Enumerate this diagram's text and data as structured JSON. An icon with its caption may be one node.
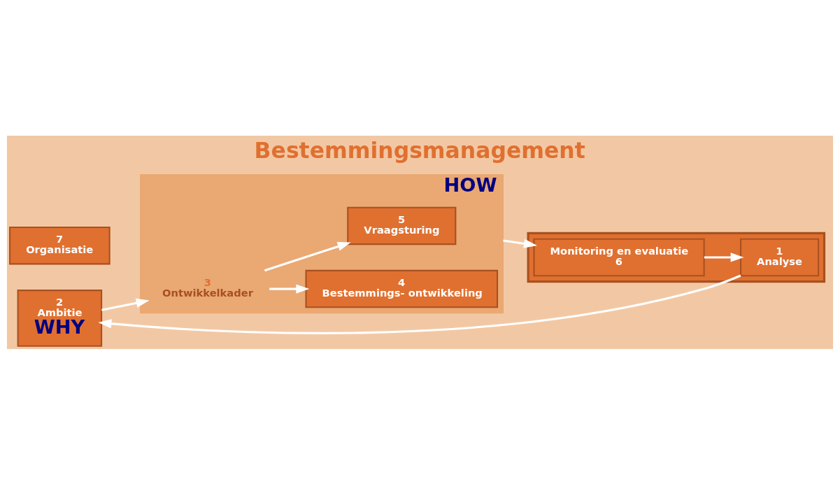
{
  "diagram": {
    "title": "Bestemmingsmanagement",
    "nodes": [
      {
        "text": [],
        "shape": "bar"
      },
      {
        "text": [
          "1",
          "Analyse"
        ],
        "in": 0
      },
      {
        "text": [
          "Monitoring en evaluatie",
          "6"
        ],
        "in": 0
      },
      {
        "text": [
          "2",
          "Ambitie",
          "WHY"
        ]
      },
      {
        "text": [
          "HOW"
        ]
      },
      {
        "text": [
          "3",
          "Ontwikkelkader"
        ],
        "in": 4
      },
      {
        "text": [
          "4",
          "Bestemmings- ontwikkeling"
        ],
        "in": 4
      },
      {
        "text": [
          "5",
          "Vraagsturing"
        ],
        "in": 4
      },
      {
        "text": [
          "7",
          "Organisatie"
        ]
      }
    ],
    "edges": [
      {
        "from": 1,
        "to": 3,
        "arrow": "to"
      },
      {
        "from": 3,
        "to": 5,
        "arrow": "to"
      },
      {
        "from": 5,
        "to": 6,
        "arrow": "to"
      },
      {
        "from": 5,
        "to": 7,
        "arrow": "to"
      },
      {
        "from": 4,
        "to": 2,
        "arrow": "to"
      },
      {
        "from": 2,
        "to": 1,
        "arrow": "to"
      }
    ]
  }
}
